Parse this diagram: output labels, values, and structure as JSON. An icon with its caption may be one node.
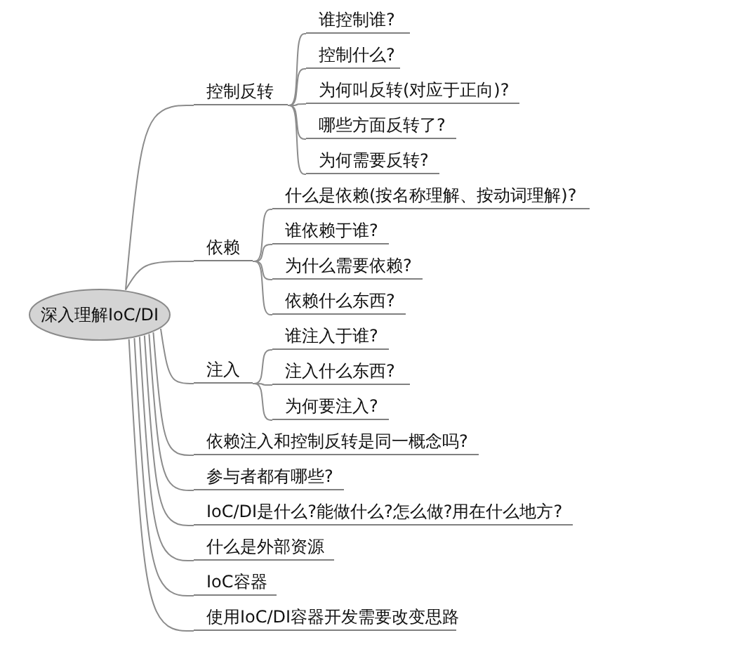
{
  "diagram": {
    "nodes": [
      {
        "text": [
          "深入理解IoC/DI"
        ]
      },
      {
        "text": [
          "控制反转"
        ]
      },
      {
        "text": [
          "谁控制谁?"
        ]
      },
      {
        "text": [
          "控制什么?"
        ]
      },
      {
        "text": [
          "为何叫反转(对应于正向)?"
        ]
      },
      {
        "text": [
          "哪些方面反转了?"
        ]
      },
      {
        "text": [
          "为何需要反转?"
        ]
      },
      {
        "text": [
          "依赖"
        ]
      },
      {
        "text": [
          "什么是依赖(按名称理解、按动词理解)?"
        ]
      },
      {
        "text": [
          "谁依赖于谁?"
        ]
      },
      {
        "text": [
          "为什么需要依赖?"
        ]
      },
      {
        "text": [
          "依赖什么东西?"
        ]
      },
      {
        "text": [
          "注入"
        ]
      },
      {
        "text": [
          "谁注入于谁?"
        ]
      },
      {
        "text": [
          "注入什么东西?"
        ]
      },
      {
        "text": [
          "为何要注入?"
        ]
      },
      {
        "text": [
          "依赖注入和控制反转是同一概念吗?"
        ]
      },
      {
        "text": [
          "参与者都有哪些?"
        ]
      },
      {
        "text": [
          "IoC/DI是什么?能做什么?怎么做?用在什么地方?"
        ]
      },
      {
        "text": [
          "什么是外部资源"
        ]
      },
      {
        "text": [
          "IoC容器"
        ]
      },
      {
        "text": [
          "使用IoC/DI容器开发需要改变思路"
        ]
      }
    ],
    "edges": [
      {
        "from": 0,
        "to": 1,
        "arrow": "none"
      },
      {
        "from": 1,
        "to": 2,
        "arrow": "none"
      },
      {
        "from": 1,
        "to": 3,
        "arrow": "none"
      },
      {
        "from": 1,
        "to": 4,
        "arrow": "none"
      },
      {
        "from": 1,
        "to": 5,
        "arrow": "none"
      },
      {
        "from": 1,
        "to": 6,
        "arrow": "none"
      },
      {
        "from": 0,
        "to": 7,
        "arrow": "none"
      },
      {
        "from": 7,
        "to": 8,
        "arrow": "none"
      },
      {
        "from": 7,
        "to": 9,
        "arrow": "none"
      },
      {
        "from": 7,
        "to": 10,
        "arrow": "none"
      },
      {
        "from": 7,
        "to": 11,
        "arrow": "none"
      },
      {
        "from": 0,
        "to": 12,
        "arrow": "none"
      },
      {
        "from": 12,
        "to": 13,
        "arrow": "none"
      },
      {
        "from": 12,
        "to": 14,
        "arrow": "none"
      },
      {
        "from": 12,
        "to": 15,
        "arrow": "none"
      },
      {
        "from": 0,
        "to": 16,
        "arrow": "none"
      },
      {
        "from": 0,
        "to": 17,
        "arrow": "none"
      },
      {
        "from": 0,
        "to": 18,
        "arrow": "none"
      },
      {
        "from": 0,
        "to": 19,
        "arrow": "none"
      },
      {
        "from": 0,
        "to": 20,
        "arrow": "none"
      },
      {
        "from": 0,
        "to": 21,
        "arrow": "none"
      }
    ]
  }
}
